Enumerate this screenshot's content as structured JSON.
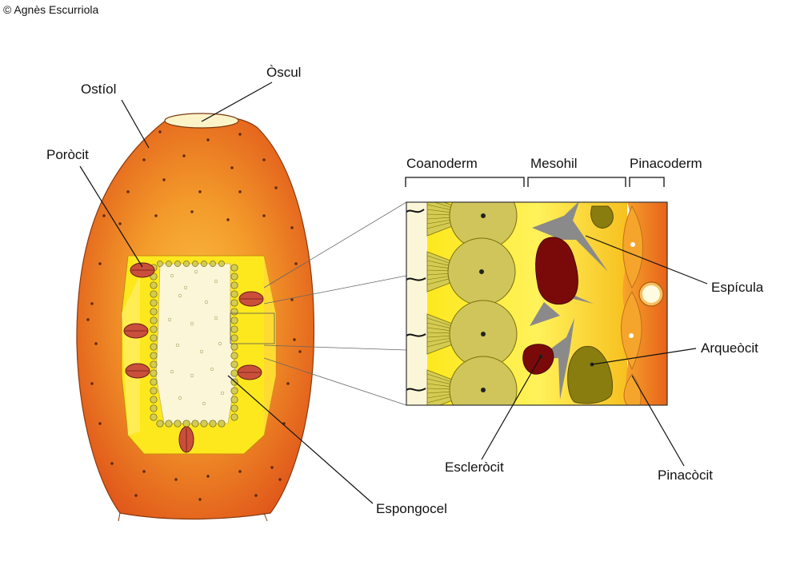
{
  "copyright": "© Agnès Escurriola",
  "labels": {
    "osculum": "Òscul",
    "ostium": "Ostíol",
    "porocyte": "Poròcit",
    "spongocoel": "Espongocel",
    "spicule": "Espícula",
    "archaeocyte": "Arqueòcit",
    "sclerocyte": "Escleròcit",
    "pinacocyte": "Pinacòcit"
  },
  "layers": {
    "choanoderm": "Coanoderm",
    "mesohyl": "Mesohil",
    "pinacoderm": "Pinacoderm"
  },
  "colors": {
    "body_orange": "#e8621a",
    "body_light": "#f39a2a",
    "mesohyl_yellow": "#fde81e",
    "spongocoel_cream": "#fcf6d8",
    "choanocyte": "#d4cc52",
    "porocyte_red": "#c94f3c",
    "archaeocyte_olive": "#8a7d10",
    "sclerocyte_maroon": "#7a0a0a",
    "spicule_gray": "#8a8a8a"
  }
}
